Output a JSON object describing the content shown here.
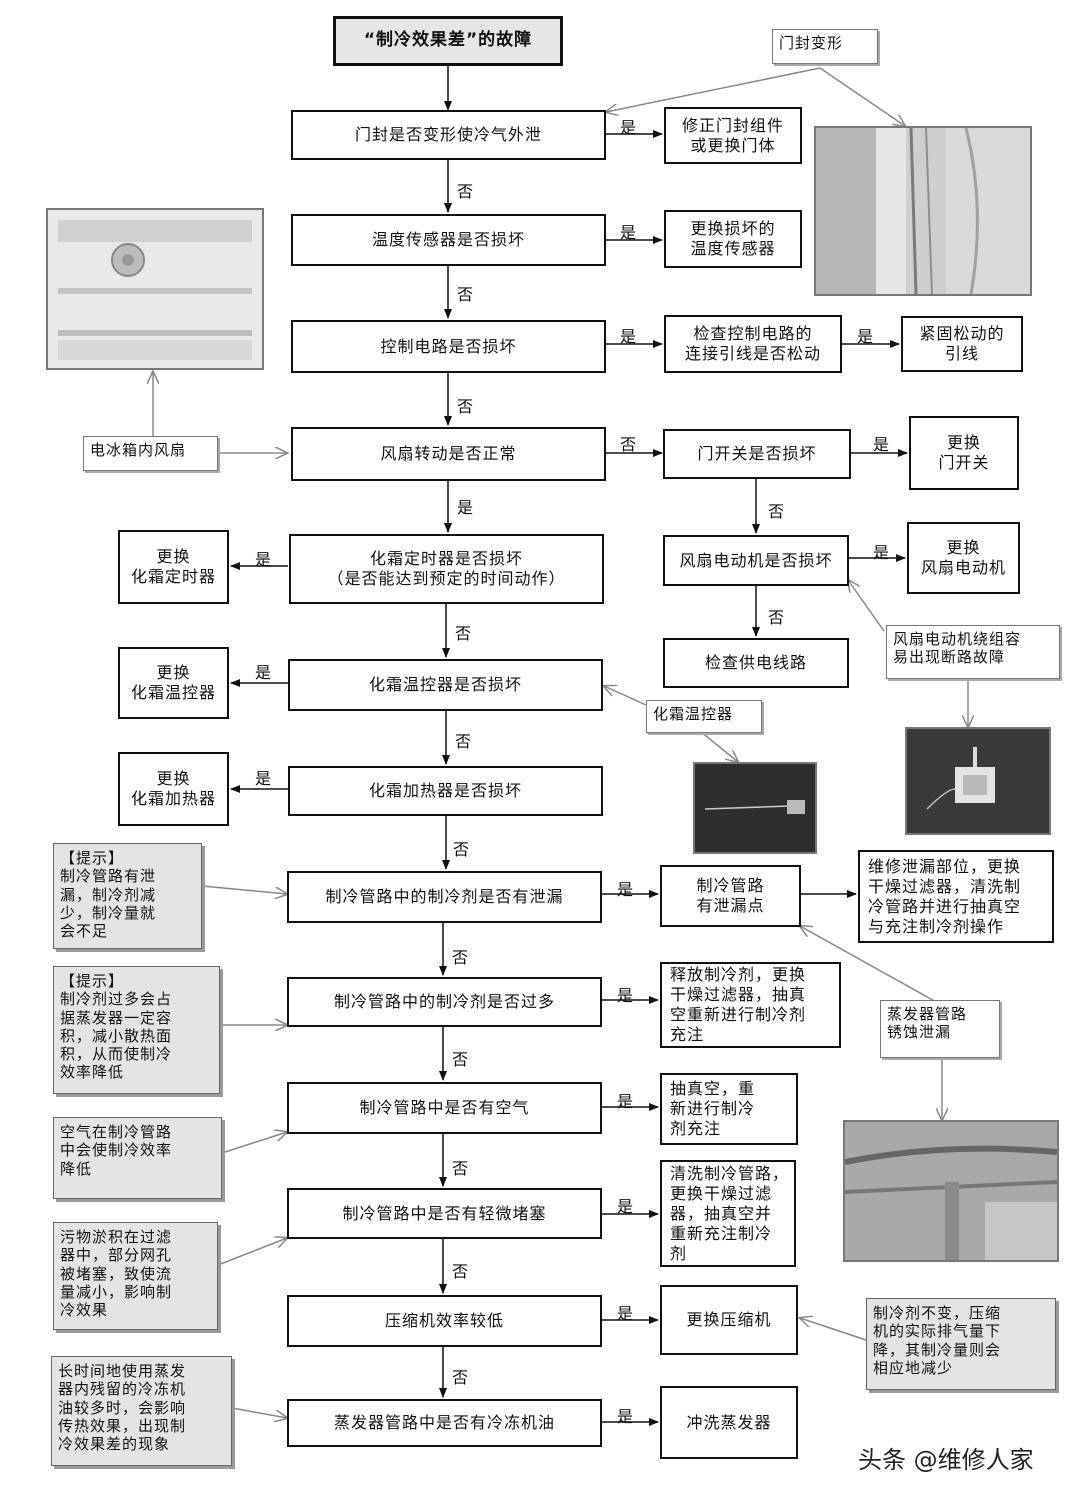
{
  "title": "“制冷效果差”的故障",
  "decisions": {
    "d1": "门封是否变形使冷气外泄",
    "d2": "温度传感器是否损坏",
    "d3": "控制电路是否损坏",
    "d4": "风扇转动是否正常",
    "d5": "化霜定时器是否损坏\n（是否能达到预定的时间动作）",
    "d6": "化霜温控器是否损坏",
    "d7": "化霜加热器是否损坏",
    "d8": "制冷管路中的制冷剂是否有泄漏",
    "d9": "制冷管路中的制冷剂是否过多",
    "d10": "制冷管路中是否有空气",
    "d11": "制冷管路中是否有轻微堵塞",
    "d12": "压缩机效率较低",
    "d13": "蒸发器管路中是否有冷冻机油"
  },
  "fan_branch": {
    "door_switch": "门开关是否损坏",
    "fan_motor": "风扇电动机是否损坏",
    "check_power": "检查供电线路"
  },
  "actions": {
    "a1": "修正门封组件\n或更换门体",
    "a2": "更换损坏的\n温度传感器",
    "a3": "检查控制电路的\n连接引线是否松动",
    "a3b": "紧固松动的\n引线",
    "a4": "更换\n门开关",
    "a4b": "更换\n风扇电动机",
    "a5": "更换\n化霜定时器",
    "a6": "更换\n化霜温控器",
    "a7": "更换\n化霜加热器",
    "a8": "制冷管路\n有泄漏点",
    "a8b": "维修泄漏部位，更换\n干燥过滤器，清洗制\n冷管路并进行抽真空\n与充注制冷剂操作",
    "a9": "释放制冷剂，更换\n干燥过滤器，抽真\n空重新进行制冷剂\n充注",
    "a10": "抽真空，重\n新进行制冷\n剂充注",
    "a11": "清洗制冷管路，\n更换干燥过滤\n器，抽真空并\n重新充注制冷\n剂",
    "a12": "更换压缩机",
    "a13": "冲洗蒸发器"
  },
  "labels": {
    "yes": "是",
    "no": "否"
  },
  "tags": {
    "door_seal": "门封变形",
    "inner_fan": "电冰箱内风扇",
    "defrost_thermostat": "化霜温控器",
    "fan_motor_note": "风扇电动机绕组容\n易出现断路故障",
    "evaporator_leak": "蒸发器管路\n锈蚀泄漏"
  },
  "notes": {
    "n1": "【提示】\n制冷管路有泄\n漏，制冷剂减\n少，制冷量就\n会不足",
    "n2": "【提示】\n制冷剂过多会占\n据蒸发器一定容\n积，减小散热面\n积，从而使制冷\n效率降低",
    "n3": "空气在制冷管路\n中会使制冷效率\n降低",
    "n4": "污物淤积在过滤\n器中，部分网孔\n被堵塞，致使流\n量减小，影响制\n冷效果",
    "n5": "长时间地使用蒸发\n器内残留的冷冻机\n油较多时，会影响\n传热效果，出现制\n冷效果差的现象",
    "n6": "制冷剂不变，压缩\n机的实际排气量下\n降，其制冷量则会\n相应地减少"
  },
  "watermark": "头条 @维修人家"
}
